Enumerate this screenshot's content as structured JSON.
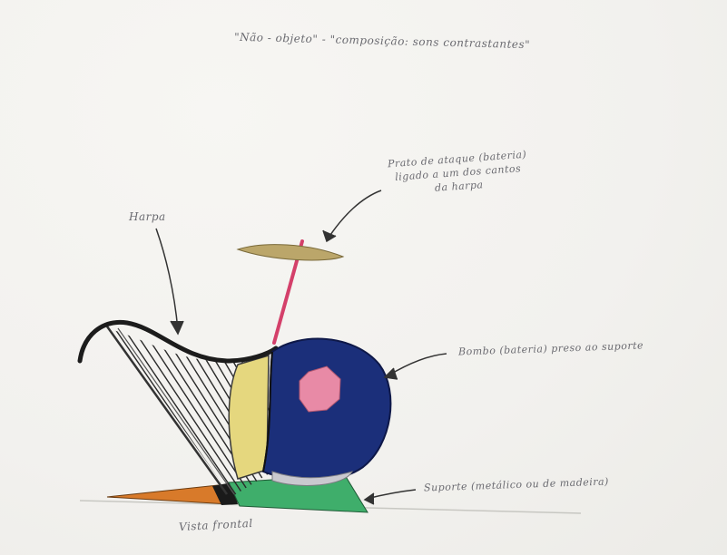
{
  "sketch": {
    "title": "\"Não - objeto\" - \"composição: sons contrastantes\"",
    "labels": {
      "harpa": "Harpa",
      "prato": [
        "Prato de ataque (bateria)",
        "ligado a um dos cantos",
        "da harpa"
      ],
      "bombo": "Bombo (bateria) preso ao suporte",
      "suporte": "Suporte (metálico ou de madeira)",
      "vista": "Vista frontal"
    }
  },
  "colors": {
    "ink": "#6a6a70",
    "drum_shell": "#1b2f7a",
    "drum_dot": "#e88aa6",
    "cymbal": "#bba66a",
    "cymbal_stand": "#d4406a",
    "harp_body": "#e5d77e",
    "support_green": "#3fae6b",
    "support_orange": "#d87a2a",
    "harp_frame": "#1c1c1c"
  }
}
